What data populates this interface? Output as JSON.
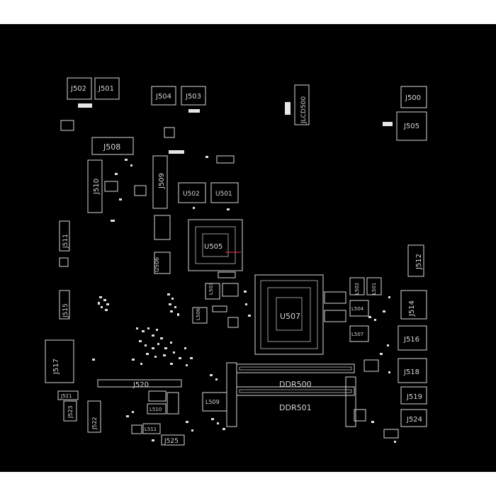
{
  "labels": {
    "J502": "J502",
    "J501": "J501",
    "J504": "J504",
    "J503": "J503",
    "JLCD500": "JLCD500",
    "J500": "J500",
    "J505": "J505",
    "J508": "J508",
    "J510": "J510",
    "J509": "J509",
    "U502": "U502",
    "U501": "U501",
    "J511": "J511",
    "U505": "U505",
    "U506": "U506",
    "J512": "J512",
    "J515": "J515",
    "L503": "L503",
    "L506": "L506",
    "U507": "U507",
    "L502": "L502",
    "L501": "L501",
    "L504": "L504",
    "L507": "L507",
    "J514": "J514",
    "J516": "J516",
    "J517": "J517",
    "J518": "J518",
    "J520": "J520",
    "DDR500": "DDR500",
    "DDR501": "DDR501",
    "J521": "J521",
    "J523": "J523",
    "J522": "J522",
    "L509": "L509",
    "L510": "L510",
    "L511": "L511",
    "J519": "J519",
    "J524": "J524",
    "J525": "J525"
  },
  "colors": {
    "board": "#000000",
    "outline": "#d8d8d8",
    "highlight": "#ff3355"
  }
}
